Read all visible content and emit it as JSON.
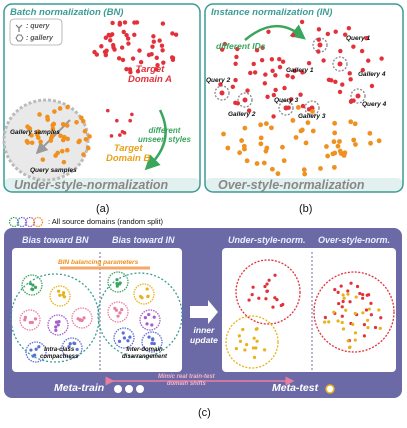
{
  "panel_a": {
    "title": "Batch normalization (BN)",
    "legend_query": ": query",
    "legend_gallery": ": gallery",
    "target_a": "Target\nDomain A",
    "target_b": "Target\nDomain B",
    "styles_label": "different\nunseen styles",
    "gallery_samples": "Gallery samples",
    "query_samples": "Query samples",
    "footer": "Under-style-normalization",
    "caption": "(a)"
  },
  "panel_b": {
    "title": "Instance normalization (IN)",
    "ids_label": "different IDs",
    "query1": "Query 1",
    "query2": "Query 2",
    "query3": "Query 3",
    "query4": "Query 4",
    "gallery1": "Gallery 1",
    "gallery2": "Gallery 2",
    "gallery3": "Gallery 3",
    "gallery4": "Gallery 4",
    "footer": "Over-style-normalization",
    "caption": "(b)"
  },
  "panel_c": {
    "source_legend": ": All source domains (random split)",
    "bias_bn": "Bias toward BN",
    "bias_in": "Bias toward IN",
    "balancing": "BIN balancing parameters",
    "intra_class": "Intra-class\ncompactness",
    "inter_domain": "Inter-domain\ndisarrangement",
    "inner_update": "inner\nupdate",
    "under_norm": "Under-style-norm.",
    "over_norm": "Over-style-norm.",
    "meta_train": "Meta-train",
    "meta_test": "Meta-test",
    "mimic": "Mimic real train-test\ndomain shifts",
    "caption": "(c)"
  },
  "colors": {
    "teal": "#3b9c95",
    "dark_teal": "#2a6e6a",
    "red": "#e2313b",
    "orange": "#f0901e",
    "yellow": "#e8b21a",
    "green_text": "#3aa55c",
    "purple_bg": "#6c6aa6",
    "pink": "#e97fa0",
    "blue": "#5b6ed6",
    "violet": "#a45bd0"
  }
}
